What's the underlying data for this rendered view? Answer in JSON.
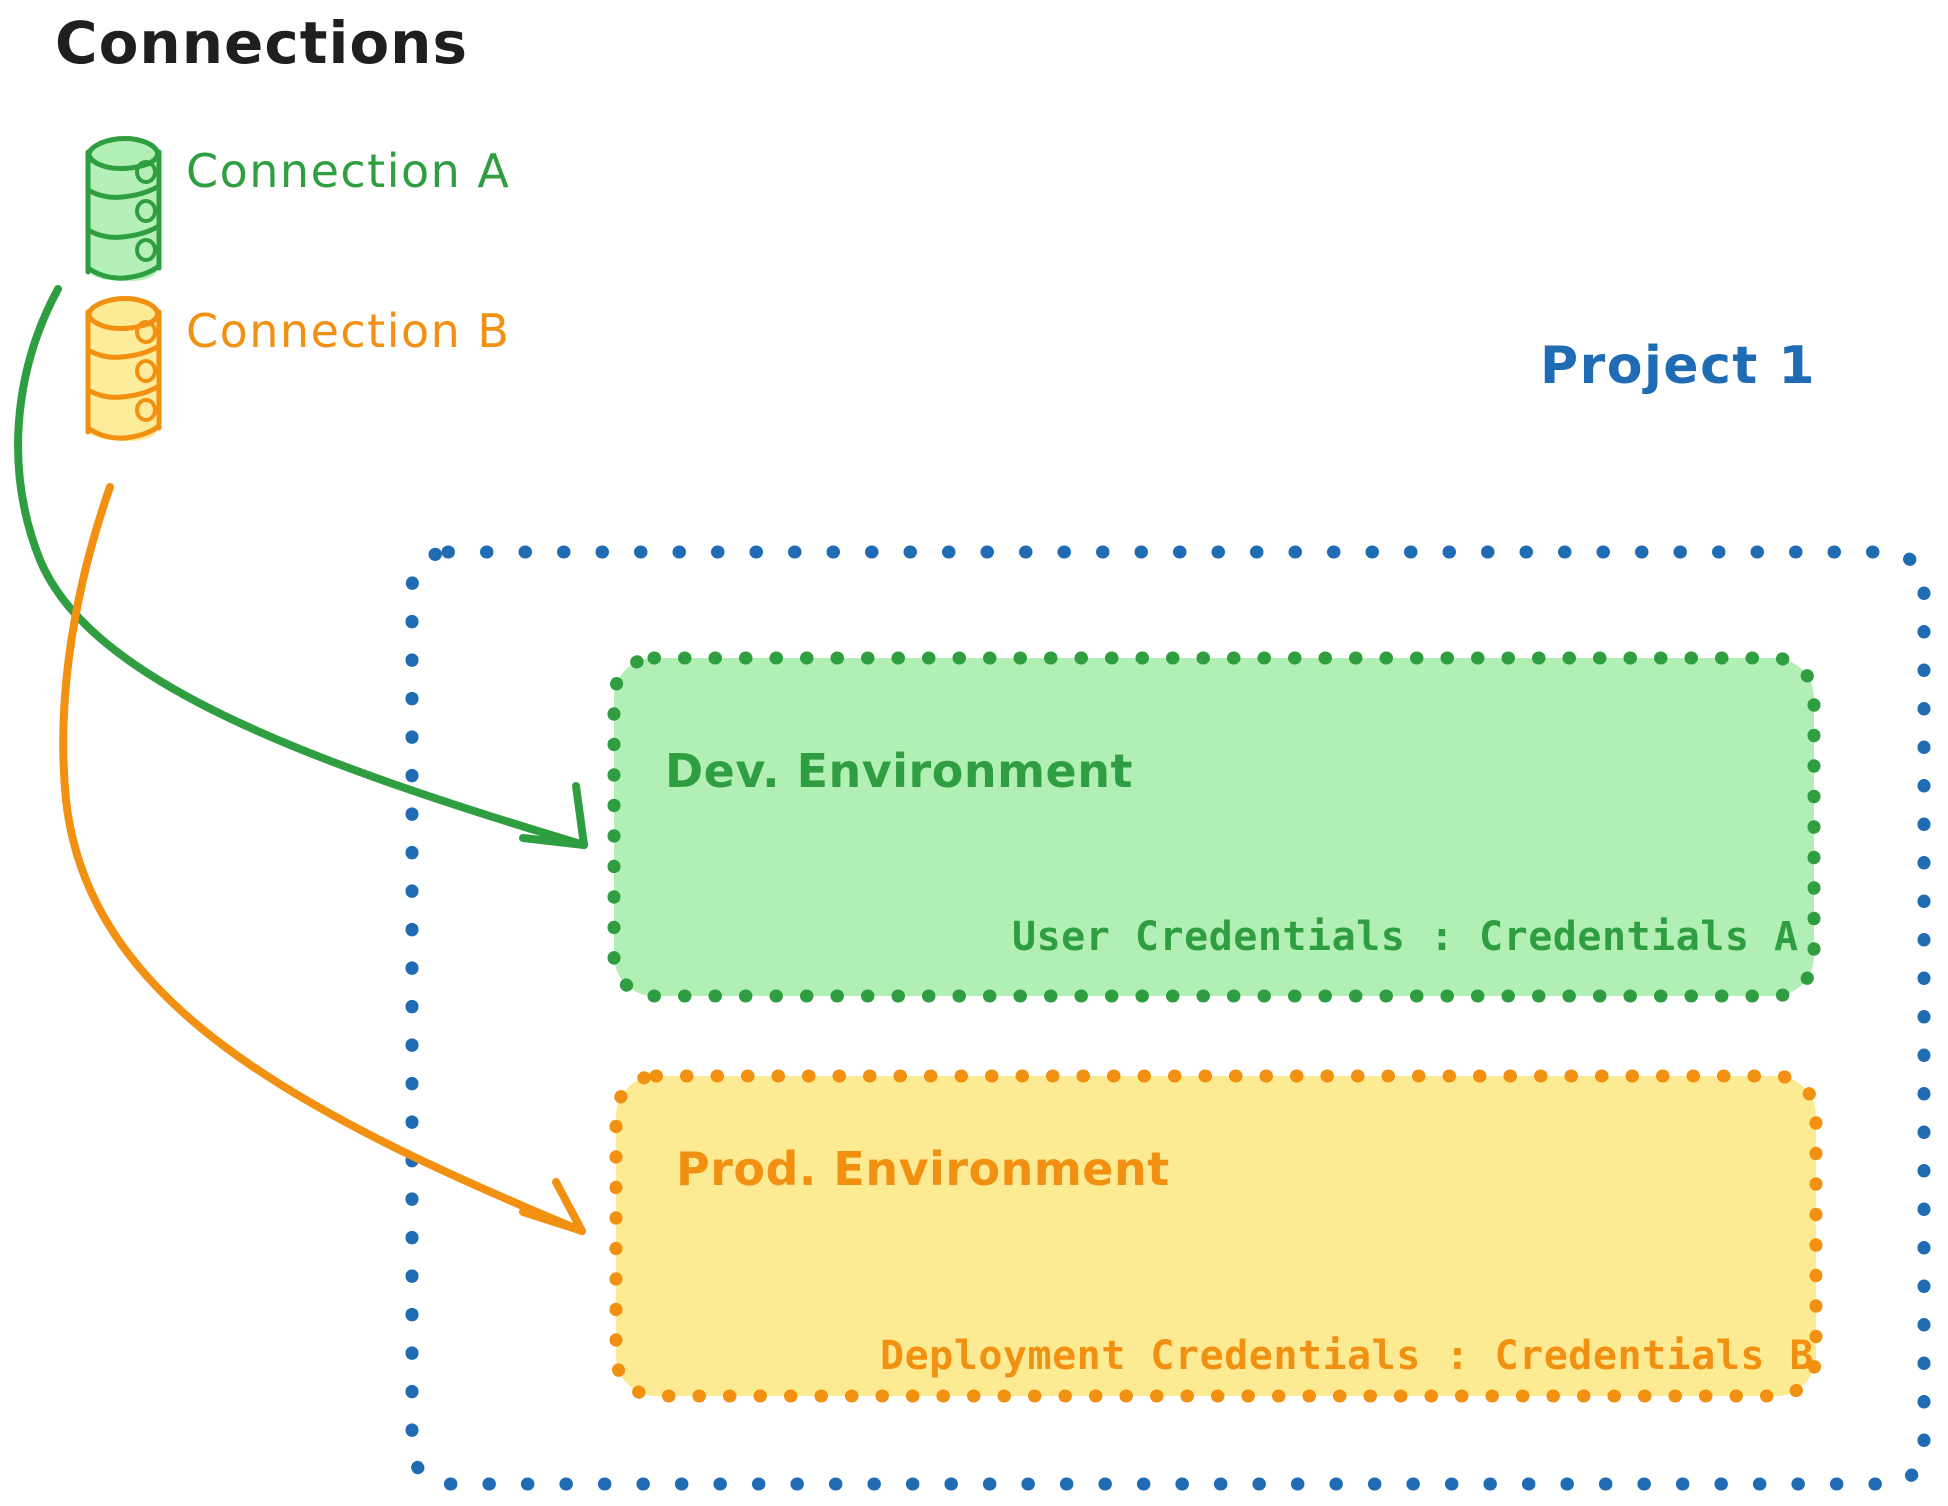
{
  "diagram": {
    "title": "Connections",
    "connections": [
      {
        "id": "a",
        "label": "Connection A",
        "icon": "database-cylinder-icon",
        "color": "#2f9e41"
      },
      {
        "id": "b",
        "label": "Connection B",
        "icon": "database-cylinder-icon",
        "color": "#f29111"
      }
    ],
    "project": {
      "label": "Project 1",
      "color": "#1f6cb4",
      "environments": [
        {
          "id": "dev",
          "title": "Dev. Environment",
          "credentials_label": "User Credentials",
          "credentials_separator": ":",
          "credentials_value": "Credentials A",
          "credentials_line": "User Credentials : Credentials A",
          "stroke_color": "#2f9e41",
          "fill_color": "#b2efb5"
        },
        {
          "id": "prod",
          "title": "Prod. Environment",
          "credentials_label": "Deployment Credentials",
          "credentials_separator": ":",
          "credentials_value": "Credentials B",
          "credentials_line": "Deployment Credentials : Credentials B",
          "stroke_color": "#f29111",
          "fill_color": "#fdeb94"
        }
      ]
    },
    "arrows": [
      {
        "id": "a-to-dev",
        "from": "Connection A",
        "to": "Dev. Environment",
        "color": "#2f9e41"
      },
      {
        "id": "b-to-prod",
        "from": "Connection B",
        "to": "Prod. Environment",
        "color": "#f29111"
      }
    ],
    "colors": {
      "background": "#ffffff",
      "title": "#1f1f1f",
      "green": "#2f9e41",
      "green_fill": "#b2efb5",
      "orange": "#f29111",
      "orange_fill": "#fdeb94",
      "blue": "#1f6cb4"
    }
  }
}
